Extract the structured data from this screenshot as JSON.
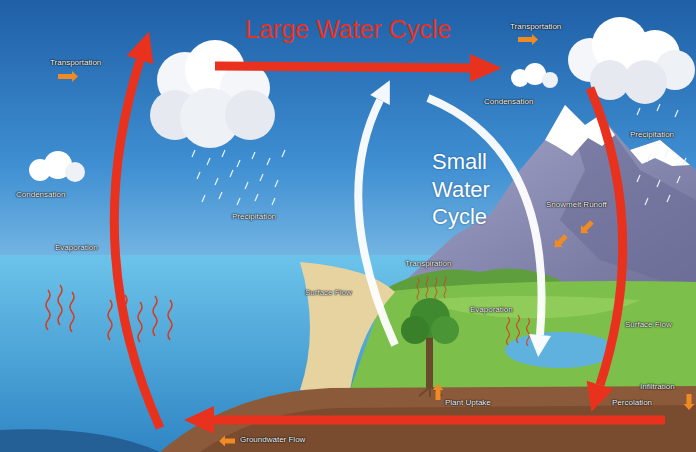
{
  "diagram": {
    "title": "Large Water Cycle",
    "labels": [
      "Small Water Cycle",
      "Transportation",
      "Condensation",
      "Evaporation",
      "Precipitation",
      "Transportation",
      "Condensation",
      "Precipitation",
      "Snowmelt Runoff",
      "Transpiration",
      "Evaporation",
      "Surface Flow",
      "Surface Flow",
      "Infiltration",
      "Plant Uptake",
      "Percolation",
      "Groundwater Flow"
    ]
  }
}
